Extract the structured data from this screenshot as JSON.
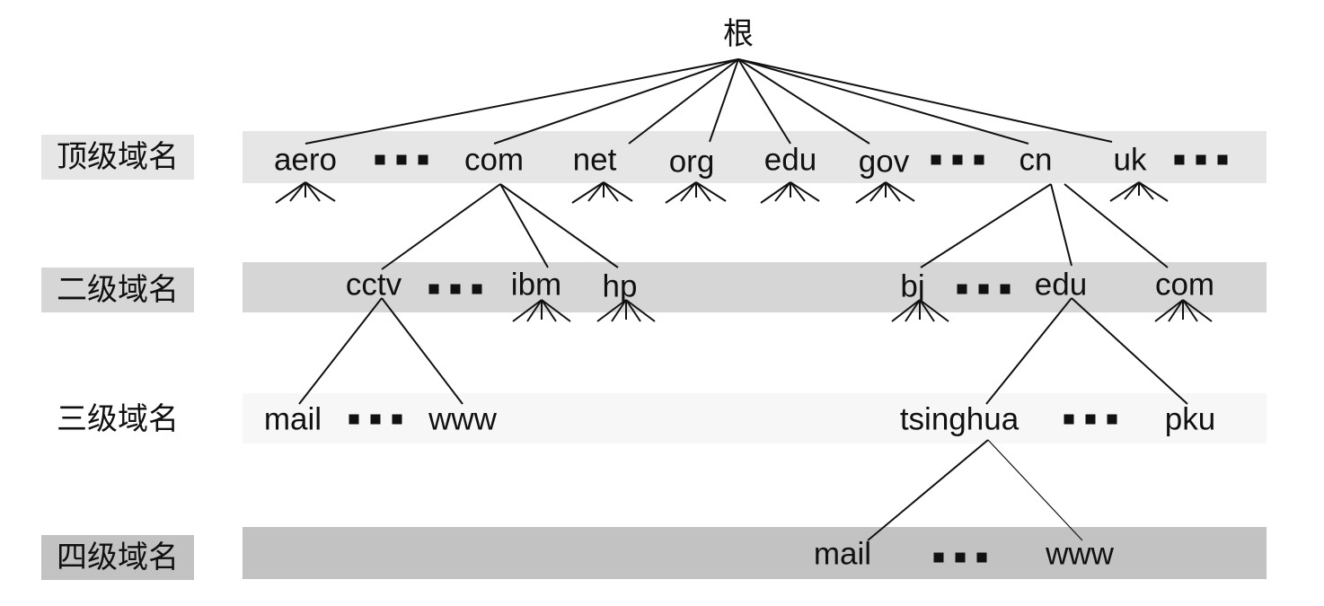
{
  "levels": {
    "top": "顶级域名",
    "second": "二级域名",
    "third": "三级域名",
    "fourth": "四级域名"
  },
  "root": "根",
  "top_level": {
    "aero": "aero",
    "com": "com",
    "net": "net",
    "org": "org",
    "edu": "edu",
    "gov": "gov",
    "cn": "cn",
    "uk": "uk"
  },
  "second_level": {
    "cctv": "cctv",
    "ibm": "ibm",
    "hp": "hp",
    "bj": "bj",
    "edu": "edu",
    "com": "com"
  },
  "third_level": {
    "mail": "mail",
    "www": "www",
    "tsinghua": "tsinghua",
    "pku": "pku"
  },
  "fourth_level": {
    "mail": "mail",
    "www": "www"
  },
  "colors": {
    "band_top": "#e6e6e6",
    "band_second": "#d6d6d6",
    "band_third": "#f7f7f7",
    "band_fourth": "#c2c2c2",
    "line": "#111111"
  }
}
